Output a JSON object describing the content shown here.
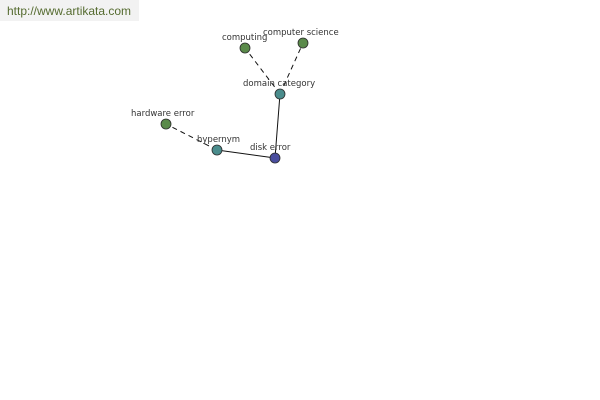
{
  "header": {
    "url": "http://www.artikata.com"
  },
  "colors": {
    "leaf": "#5a8a4a",
    "relation": "#4a8c8c",
    "root": "#4a4e9e",
    "stroke": "#2b2b2b",
    "edge": "#111111",
    "url_bg": "#f2f2f2",
    "url_text": "#556b2f"
  },
  "graph": {
    "nodes": [
      {
        "id": "disk_error",
        "label": "disk error",
        "kind": "root"
      },
      {
        "id": "hypernym",
        "label": "hypernym",
        "kind": "relation"
      },
      {
        "id": "hardware_error",
        "label": "hardware error",
        "kind": "leaf"
      },
      {
        "id": "domain_category",
        "label": "domain category",
        "kind": "relation"
      },
      {
        "id": "computing",
        "label": "computing",
        "kind": "leaf"
      },
      {
        "id": "computer_science",
        "label": "computer science",
        "kind": "leaf"
      }
    ],
    "edges": [
      {
        "from": "disk_error",
        "to": "hypernym",
        "style": "solid"
      },
      {
        "from": "hypernym",
        "to": "hardware_error",
        "style": "dashed"
      },
      {
        "from": "disk_error",
        "to": "domain_category",
        "style": "solid"
      },
      {
        "from": "domain_category",
        "to": "computing",
        "style": "dashed"
      },
      {
        "from": "domain_category",
        "to": "computer_science",
        "style": "dashed"
      }
    ]
  }
}
